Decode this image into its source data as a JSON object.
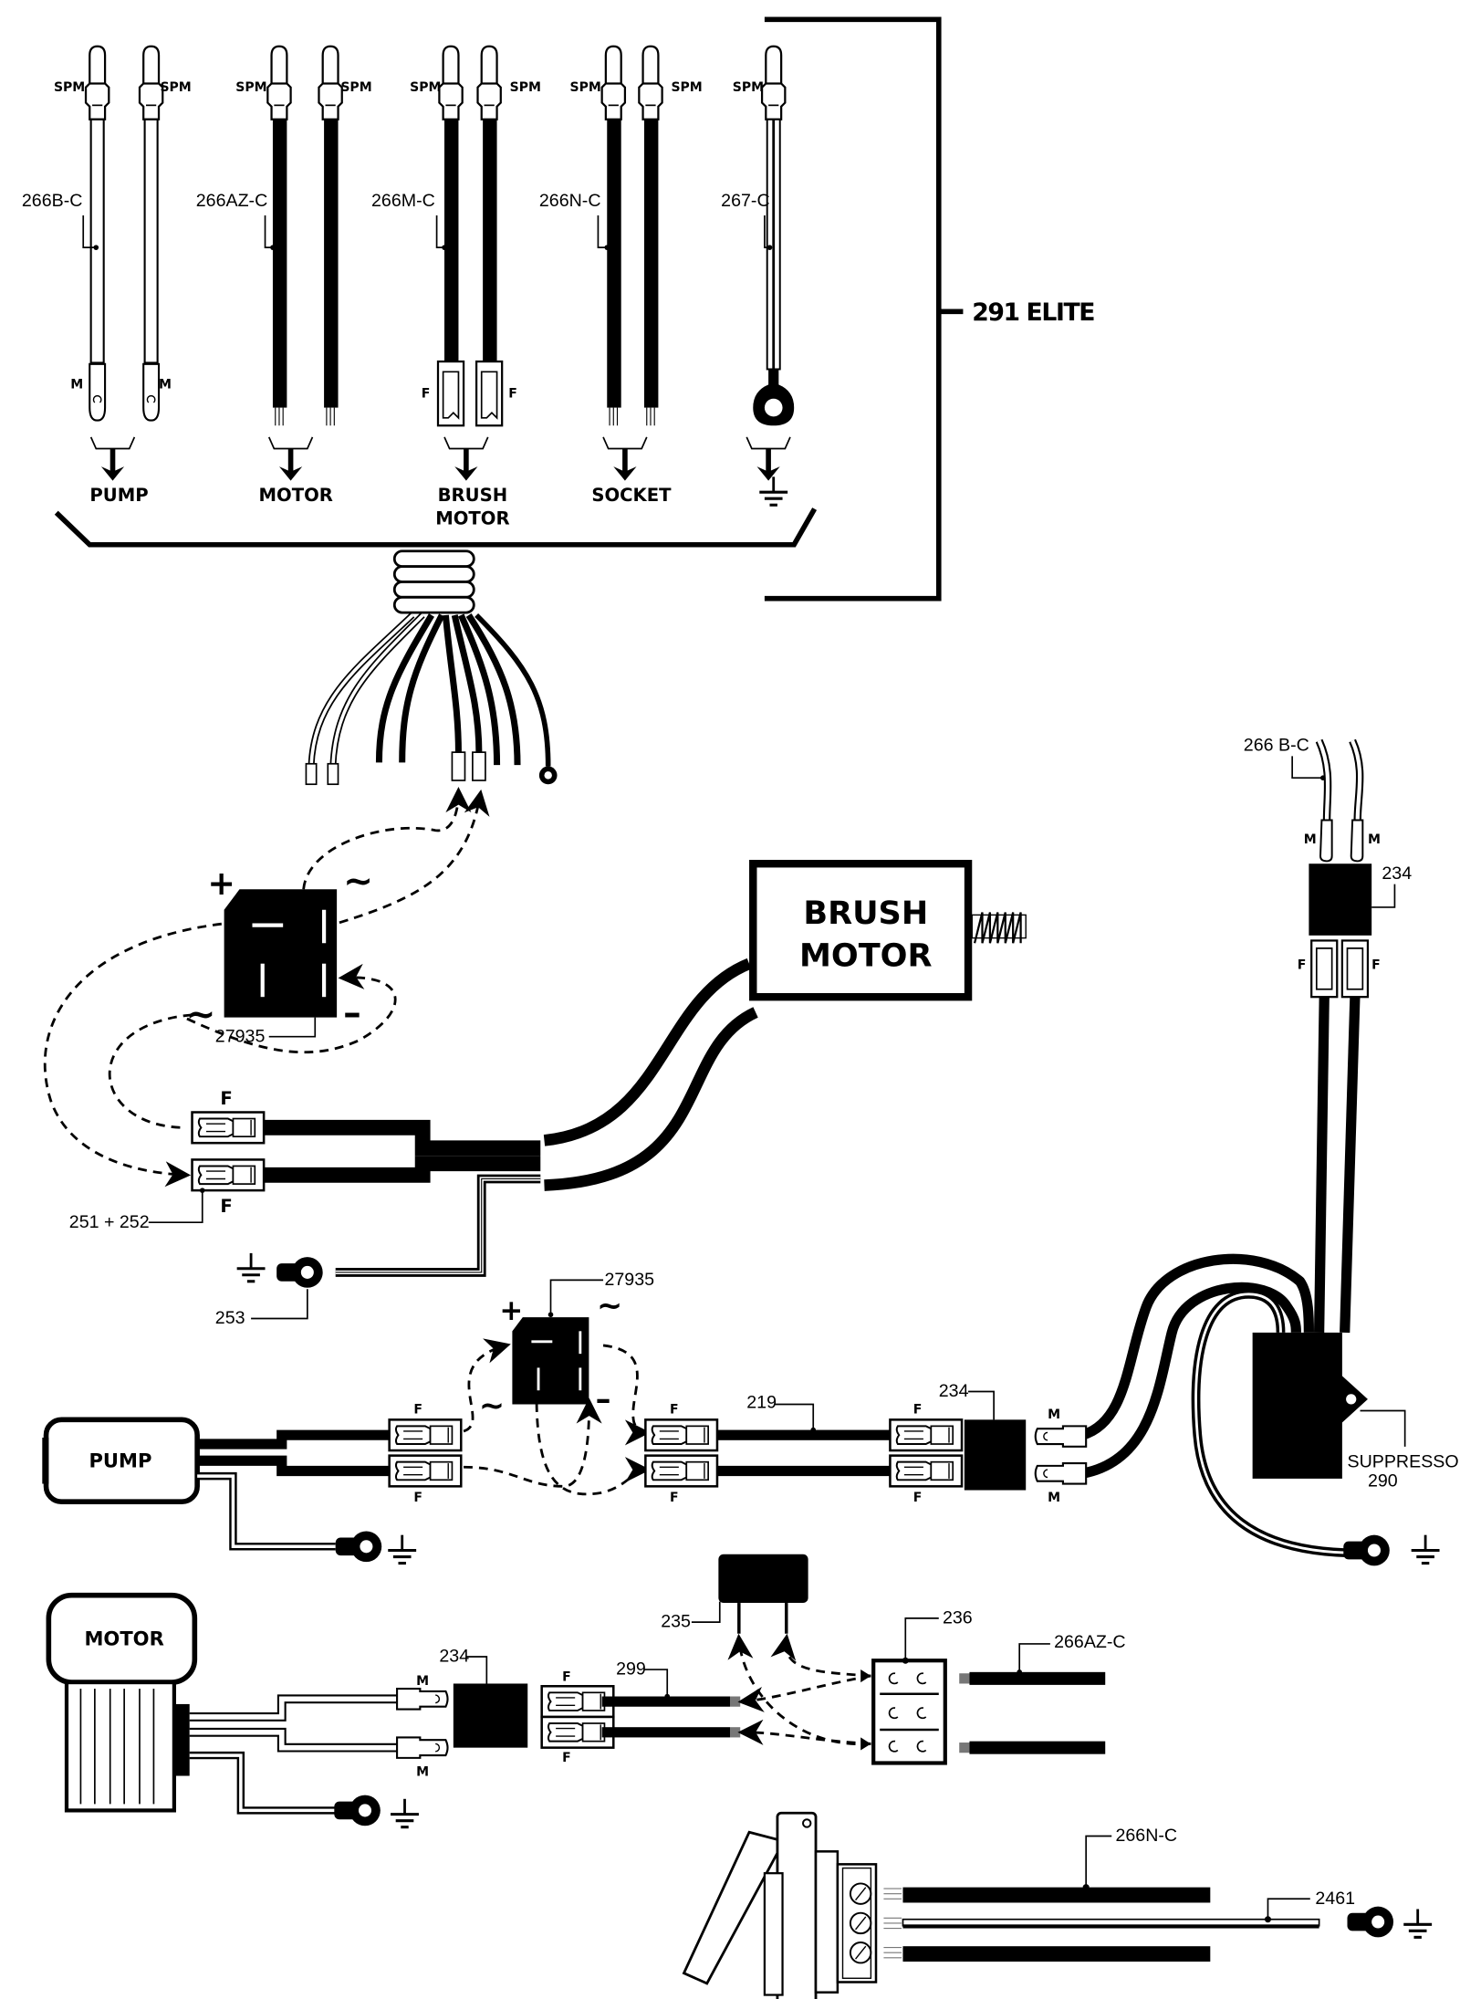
{
  "title": "291 ELITE",
  "colors": {
    "ink": "#000000",
    "paper": "#ffffff"
  },
  "icons": {
    "ground": "ground-icon",
    "arrow_down": "arrow-down-icon",
    "plus": "+",
    "minus": "–",
    "ac": "~"
  },
  "harness": {
    "groups": [
      {
        "id": "pump",
        "part": "266B-C",
        "top_terminal": "SPM",
        "end_terminal": "M",
        "wire": "white",
        "destination": "PUMP"
      },
      {
        "id": "motor",
        "part": "266AZ-C",
        "top_terminal": "SPM",
        "end_terminal": "",
        "wire": "black",
        "destination": "MOTOR"
      },
      {
        "id": "brush-motor",
        "part": "266M-C",
        "top_terminal": "SPM",
        "end_terminal": "F",
        "wire": "black",
        "destination_line1": "BRUSH",
        "destination_line2": "MOTOR"
      },
      {
        "id": "socket",
        "part": "266N-C",
        "top_terminal": "SPM",
        "end_terminal": "",
        "wire": "black",
        "destination": "SOCKET"
      },
      {
        "id": "ground",
        "part": "267-C",
        "top_terminal": "SPM",
        "end_terminal": "ring",
        "wire": "striped",
        "destination": "ground"
      }
    ]
  },
  "brush_section": {
    "rectifier_part": "27935",
    "plus": "+",
    "minus": "–",
    "ac": "~",
    "motor_line1": "BRUSH",
    "motor_line2": "MOTOR",
    "connector_label": "F",
    "connectors_part": "251 + 252",
    "ground_part": "253"
  },
  "suppressor_section": {
    "wire_part": "266 B-C",
    "male_label": "M",
    "female_label": "F",
    "filter_part": "234",
    "suppressor_line1": "SUPPRESSOR",
    "suppressor_line2": "290"
  },
  "pump_section": {
    "pump_label": "PUMP",
    "rectifier_part": "27935",
    "plus": "+",
    "minus": "–",
    "ac": "~",
    "connector_label": "F",
    "wire_part": "219",
    "filter_part": "234",
    "male_label": "M"
  },
  "motor_section": {
    "motor_label": "MOTOR",
    "male_label": "M",
    "female_label": "F",
    "filter_part": "234",
    "wire_part": "299",
    "capacitor_part": "235",
    "terminal_block_part": "236",
    "output_wire_part": "266AZ-C"
  },
  "socket_section": {
    "wire_part": "266N-C",
    "ground_wire_part": "2461"
  }
}
